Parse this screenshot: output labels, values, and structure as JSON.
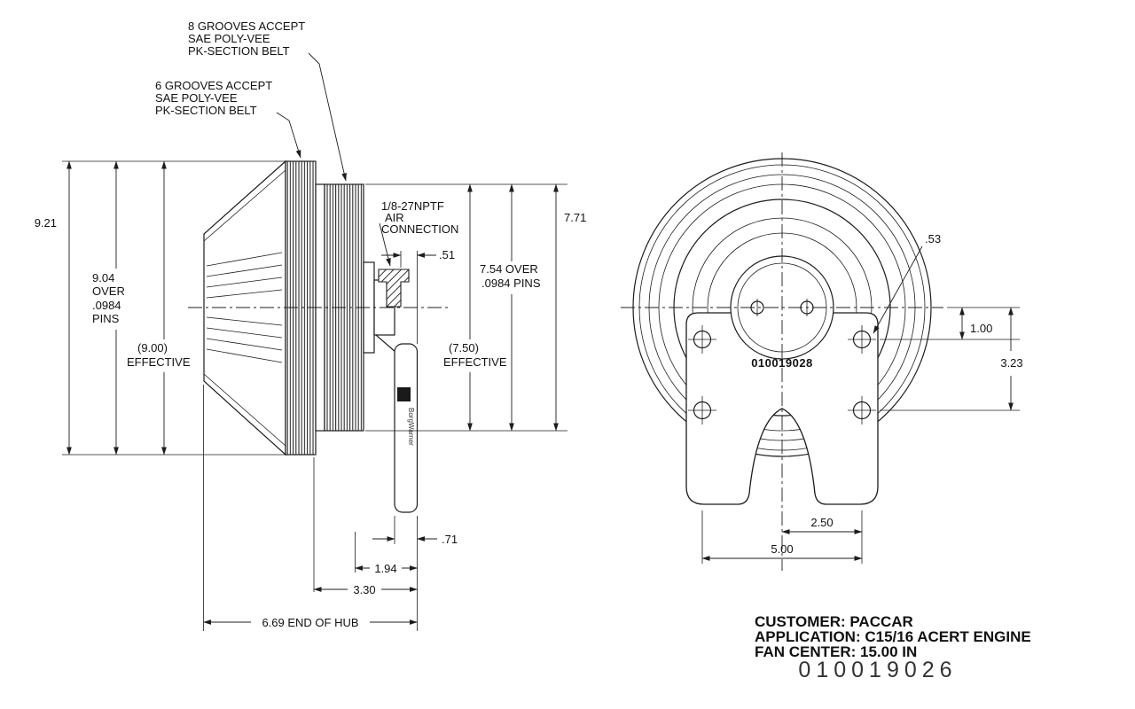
{
  "side_view": {
    "callout_8_grooves": {
      "line1": "8 GROOVES ACCEPT",
      "line2": "SAE POLY-VEE",
      "line3": "PK-SECTION BELT"
    },
    "callout_6_grooves": {
      "line1": "6 GROOVES ACCEPT",
      "line2": "SAE POLY-VEE",
      "line3": "PK-SECTION BELT"
    },
    "callout_air": {
      "line1": "1/8-27NPTF",
      "line2": "AIR",
      "line3": "CONNECTION"
    },
    "dims": {
      "overall_diameter": "9.21",
      "over_pins_l1": "9.04",
      "over_pins_l2": "OVER",
      "over_pins_l3": ".0984",
      "over_pins_l4": "PINS",
      "effective_l1": "(9.00)",
      "effective_l2": "EFFECTIVE",
      "small_diameter": "7.71",
      "over_pins_r1": "7.54 OVER",
      "over_pins_r2": ".0984 PINS",
      "effective_r1": "(7.50)",
      "effective_r2": "EFFECTIVE",
      "air_offset": ".51",
      "bracket_width": ".71",
      "hub_len_1": "1.94",
      "hub_len_2": "3.30",
      "hub_len_3": "6.69 END OF HUB"
    },
    "brand": "BorgWarner"
  },
  "front_view": {
    "part_number": "010019028",
    "dims": {
      "hole_dia": ".53",
      "hole_offset_1": "1.00",
      "hole_offset_2": "3.23",
      "bolt_half_span": "2.50",
      "bolt_span": "5.00"
    }
  },
  "title_block": {
    "customer": "CUSTOMER: PACCAR",
    "application": "APPLICATION: C15/16 ACERT ENGINE",
    "fan_center": "FAN CENTER: 15.00 IN",
    "drawing_number": "010019026"
  }
}
